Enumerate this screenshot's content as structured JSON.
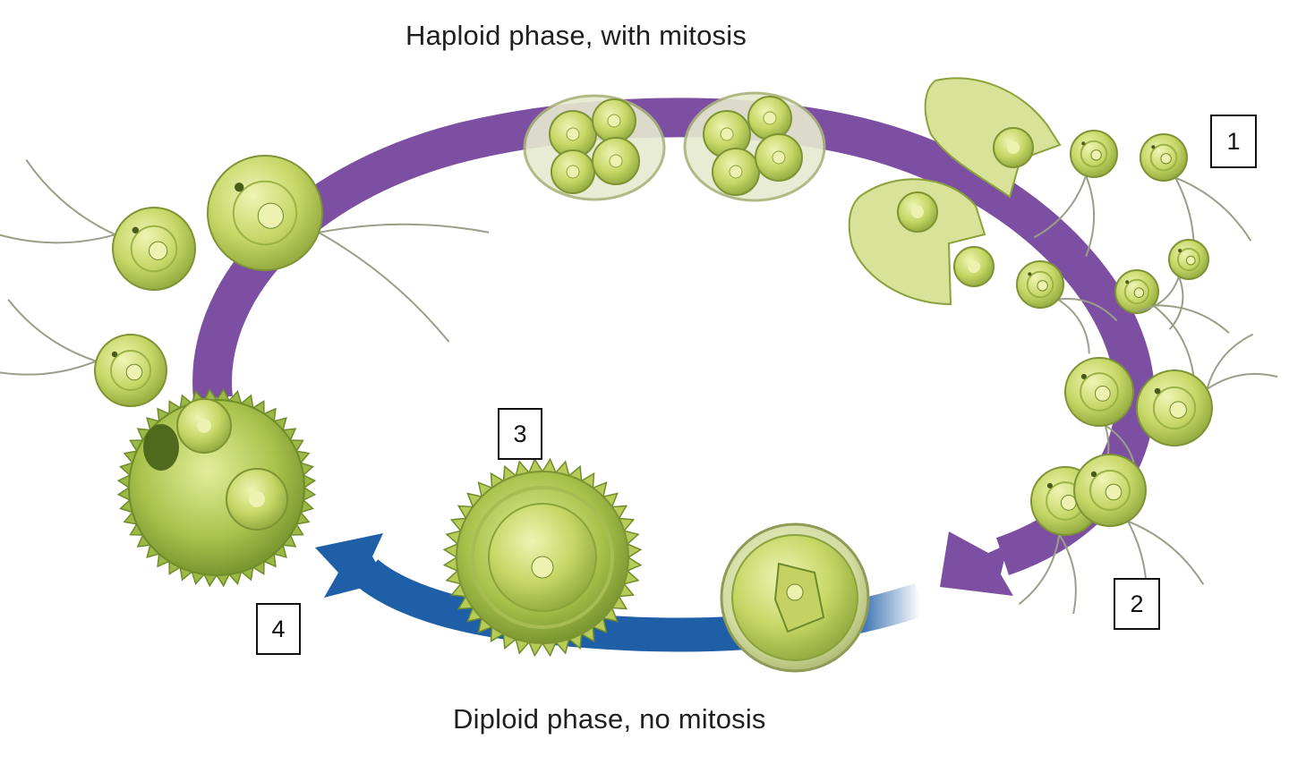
{
  "labels": {
    "haploid_phase": "Haploid phase, with mitosis",
    "diploid_phase": "Diploid phase, no mitosis"
  },
  "steps": [
    "1",
    "2",
    "3",
    "4"
  ],
  "colors": {
    "haploid_arrow": "#7d4fa3",
    "diploid_arrow": "#1f5fa8",
    "cell_fill": "#c9d86a",
    "cell_edge": "#8aa33a",
    "nucleus": "#eef2b0"
  },
  "icons": {
    "haploid_cells": "flagellated-cell-icon",
    "dividing_cells": "dividing-cell-icon",
    "zygote": "zygote-icon",
    "zygospore": "zygospore-icon"
  }
}
